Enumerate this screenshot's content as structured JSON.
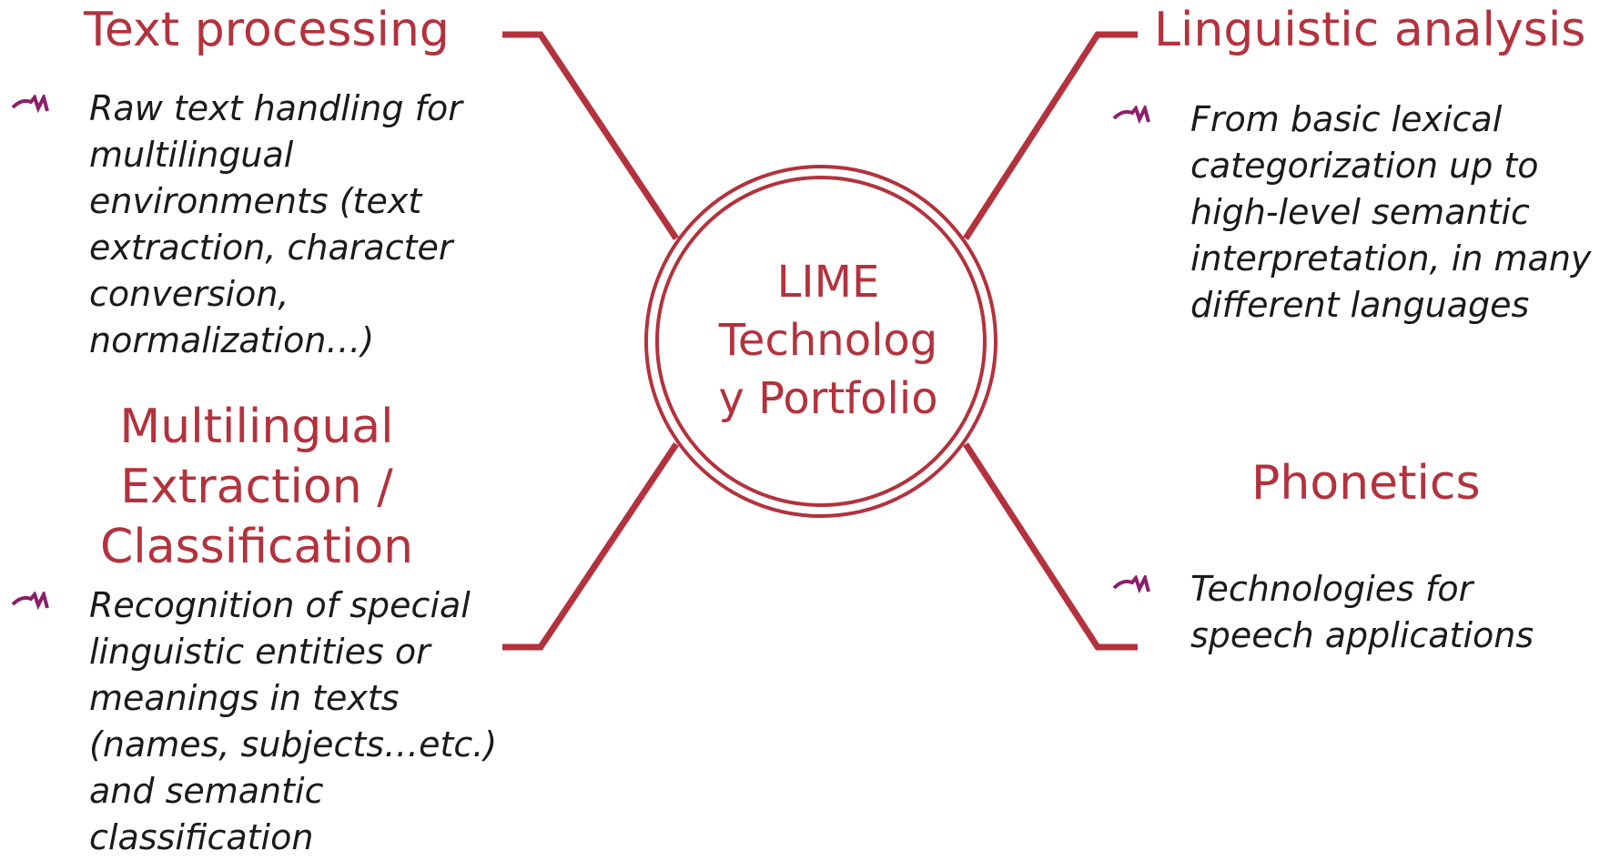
{
  "hub": {
    "lines": [
      "LIME",
      "Technolog",
      "y Portfolio"
    ]
  },
  "branches": {
    "text_processing": {
      "title": "Text processing",
      "lines": [
        "Raw text handling for",
        "multilingual",
        "environments (text",
        "extraction, character",
        "conversion,",
        "normalization…)"
      ]
    },
    "linguistic_analysis": {
      "title": "Linguistic analysis",
      "lines": [
        "From basic lexical",
        "categorization up to",
        "high-level semantic",
        "interpretation, in many",
        "different languages"
      ]
    },
    "multilingual_extraction": {
      "title_lines": [
        "Multilingual",
        "Extraction /",
        "Classification"
      ],
      "lines": [
        "Recognition of special",
        "linguistic entities or",
        "meanings in texts",
        "(names, subjects…etc.)",
        "and semantic",
        "classification"
      ]
    },
    "phonetics": {
      "title": "Phonetics",
      "lines": [
        "Technologies for",
        "speech applications"
      ]
    }
  },
  "colors": {
    "accent": "#b3323d",
    "text": "#1a1a1a",
    "bullet": "#8a1f6a"
  },
  "icons": {
    "bullet": "swoosh-bullet-icon"
  }
}
